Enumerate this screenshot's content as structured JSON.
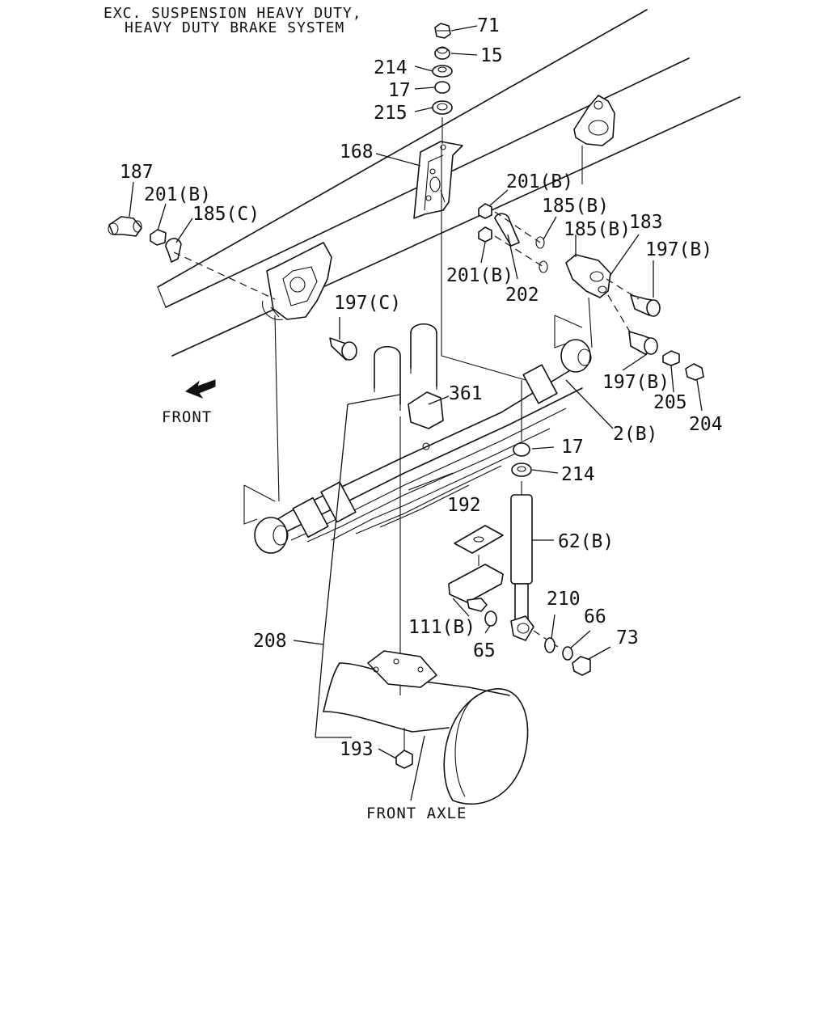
{
  "title": {
    "line1": "EXC. SUSPENSION HEAVY DUTY,",
    "line2": "HEAVY DUTY BRAKE SYSTEM"
  },
  "labels": {
    "front": "FRONT",
    "front_axle": "FRONT AXLE"
  },
  "callouts": {
    "p71": "71",
    "p15": "15",
    "p214_top": "214",
    "p17_top": "17",
    "p215": "215",
    "p168": "168",
    "p187": "187",
    "p201b_left": "201(B)",
    "p185c": "185(C)",
    "p201b_top": "201(B)",
    "p185b_top": "185(B)",
    "p185b_mid": "185(B)",
    "p183": "183",
    "p197b_top": "197(B)",
    "p201b_mid": "201(B)",
    "p202": "202",
    "p197c": "197(C)",
    "p361": "361",
    "p197b_low": "197(B)",
    "p205": "205",
    "p204": "204",
    "p2b": "2(B)",
    "p17_low": "17",
    "p214_low": "214",
    "p192": "192",
    "p62b": "62(B)",
    "p210": "210",
    "p66": "66",
    "p73": "73",
    "p111b": "111(B)",
    "p65": "65",
    "p208": "208",
    "p193": "193"
  }
}
